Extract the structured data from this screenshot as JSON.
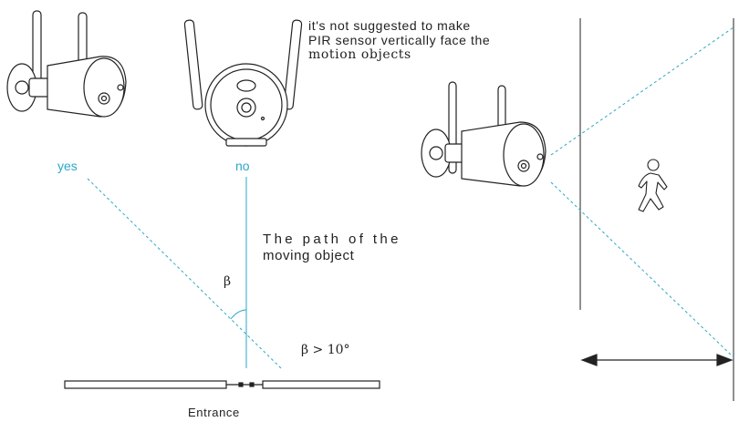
{
  "note": {
    "line1": "it's not suggested to make",
    "line2": "PIR sensor vertically face the",
    "line3": "motion objects"
  },
  "labels": {
    "yes": "yes",
    "no": "no",
    "path_line1": "The path of the",
    "path_line2": "moving object",
    "beta": "β",
    "angle_condition": "β > 10°",
    "entrance": "Entrance"
  },
  "colors": {
    "guide": "#2aa7c9",
    "ink": "#222222"
  },
  "icons": [
    "camera-side-view-icon",
    "camera-front-view-icon",
    "walking-person-icon",
    "double-arrow-icon"
  ]
}
